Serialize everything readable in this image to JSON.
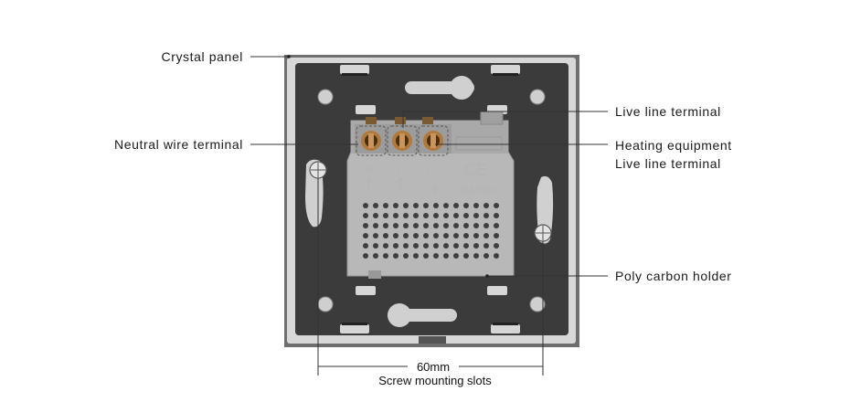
{
  "labels": {
    "crystal_panel": "Crystal panel",
    "neutral_wire_terminal": "Neutral wire terminal",
    "live_line_terminal": "Live line terminal",
    "heating_equipment_line1": "Heating equipment",
    "heating_equipment_line2": "Live line terminal",
    "poly_carbon_holder": "Poly carbon holder"
  },
  "dimension": {
    "value": "60mm",
    "caption": "Screw mounting slots"
  },
  "module_markings": {
    "terminal_n": "N",
    "terminal_l": "L",
    "terminal_l1": "L1",
    "certification": "CE",
    "rating": "16A 250V~"
  },
  "colors": {
    "panel_frame": "#6e6e6e",
    "panel_border": "#d9d9d9",
    "panel_face": "#3b3b3b",
    "module_body": "#b6b6b6",
    "leader_line": "#333333",
    "terminal_brass": "#b07a3a"
  }
}
